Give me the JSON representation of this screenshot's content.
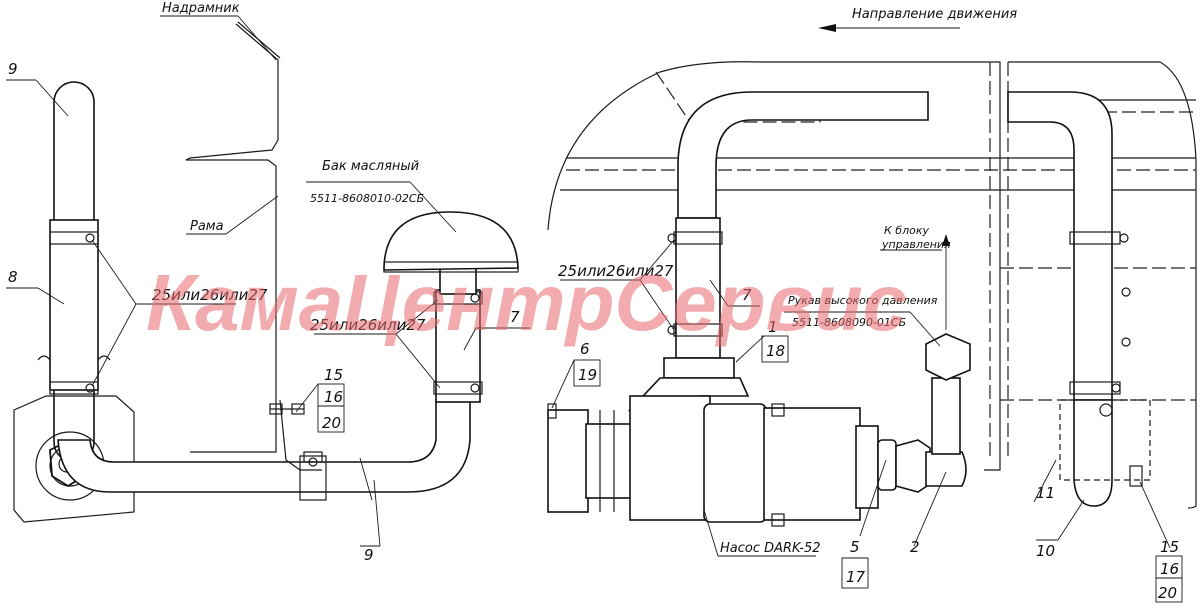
{
  "watermark": "КамаЦентрСервис",
  "labels": {
    "frame_part": "Надрамник",
    "direction": "Направление движения",
    "oil_tank": "Бак масляный",
    "oil_tank_code": "5511-8608010-02СБ",
    "frame": "Рама",
    "to_control": "К блоку",
    "to_control2": "управления",
    "hose": "Рукав высокого давления",
    "hose_code": "5511-8608090-01СБ",
    "pump": "Насос DARK-52",
    "size_left": "25или26или27",
    "size_mid": "25или26или27",
    "size_right": "25или26или27"
  },
  "positions": {
    "p9a": "9",
    "p8": "8",
    "p15a": "15",
    "p16a": "16",
    "p20a": "20",
    "p7a": "7",
    "p9b": "9",
    "p6": "6",
    "p19": "19",
    "p1": "1",
    "p18": "18",
    "p7b": "7",
    "p5": "5",
    "p17": "17",
    "p2": "2",
    "p11": "11",
    "p10": "10",
    "p15b": "15",
    "p16b": "16",
    "p20b": "20"
  }
}
